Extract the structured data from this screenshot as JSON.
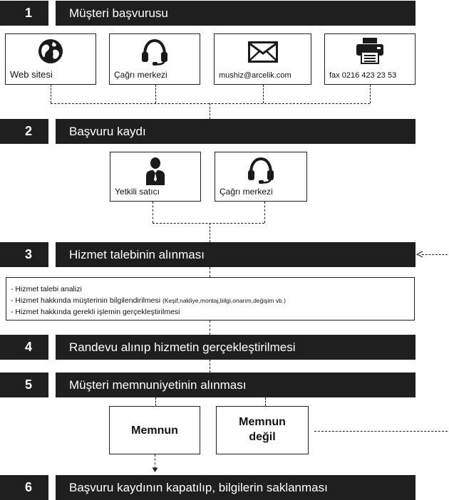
{
  "steps": [
    {
      "num": "1",
      "title": "Müşteri başvurusu"
    },
    {
      "num": "2",
      "title": "Başvuru kaydı"
    },
    {
      "num": "3",
      "title": "Hizmet talebinin alınması"
    },
    {
      "num": "4",
      "title": "Randevu alınıp hizmetin gerçekleştirilmesi"
    },
    {
      "num": "5",
      "title": "Müşteri memnuniyetinin alınması"
    },
    {
      "num": "6",
      "title": "Başvuru kaydının kapatılıp, bilgilerin saklanması"
    }
  ],
  "channels": [
    {
      "label": "Web sitesi",
      "icon": "globe-icon"
    },
    {
      "label": "Çağrı merkezi",
      "icon": "headset-icon"
    },
    {
      "label": "mushiz@arcelik.com",
      "icon": "envelope-icon"
    },
    {
      "label": "fax 0216 423 23 53",
      "icon": "fax-icon"
    }
  ],
  "registration": [
    {
      "label": "Yetkili satıcı",
      "icon": "person-icon"
    },
    {
      "label": "Çağrı merkezi",
      "icon": "headset-icon"
    }
  ],
  "service_details": {
    "line1": "- Hizmet talebi analizi",
    "line2_main": "- Hizmet hakkında müşterinin bilgilendirilmesi",
    "line2_small": "(Keşif,nakliye,montaj,bilgi,onarım,değişim vb.)",
    "line3": "- Hizmet hakkında gerekli işlemin gerçekleştirilmesi"
  },
  "satisfaction": {
    "satisfied": "Memnun",
    "unsatisfied_line1": "Memnun",
    "unsatisfied_line2": "değil"
  }
}
